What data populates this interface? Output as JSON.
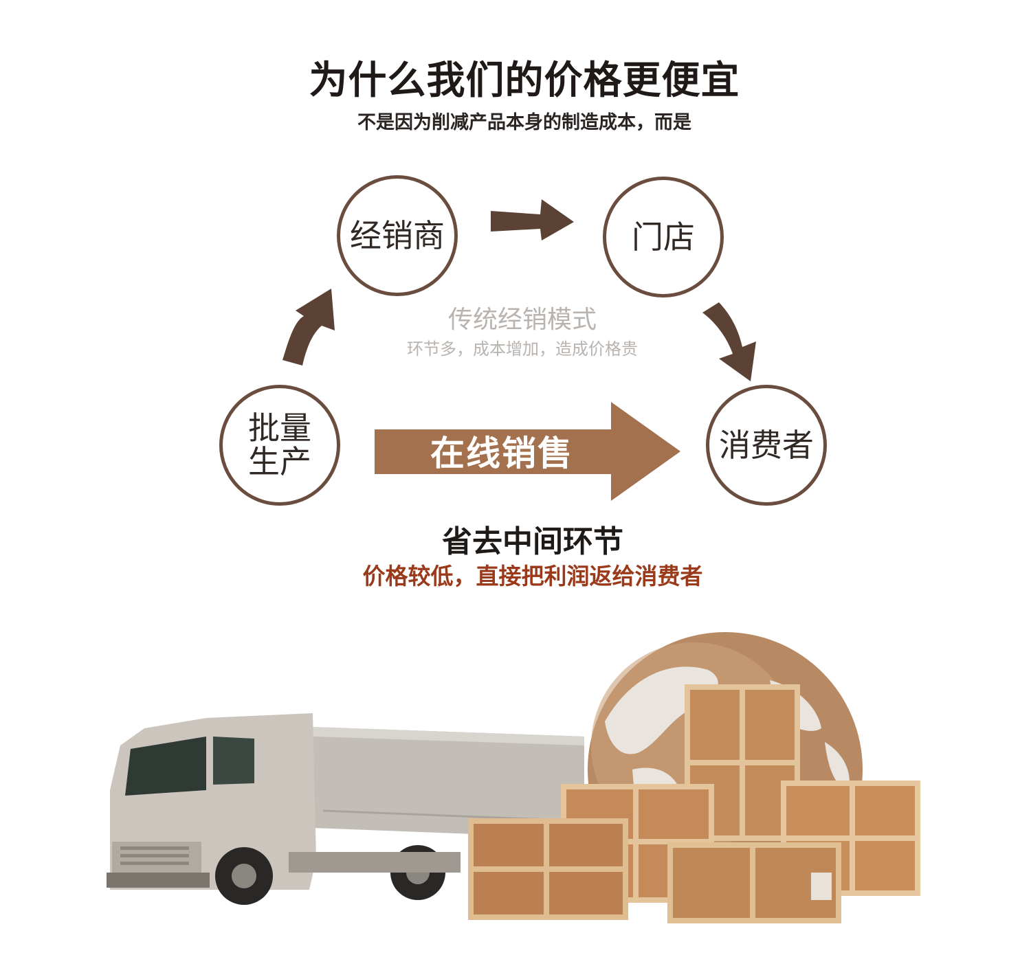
{
  "header": {
    "title": "为什么我们的价格更便宜",
    "subtitle": "不是因为削减产品本身的制造成本，而是"
  },
  "flow": {
    "dealer": "经销商",
    "store": "门店",
    "batch_line1": "批量",
    "batch_line2": "生产",
    "consumer": "消费者",
    "traditional_title": "传统经销模式",
    "traditional_desc": "环节多，成本增加，造成价格贵",
    "online_label": "在线销售"
  },
  "footer": {
    "save_title": "省去中间环节",
    "save_desc": "价格较低，直接把利润返给消费者"
  },
  "colors": {
    "arrow_dark": "#5c4234",
    "online_arrow": "#a4714f",
    "circle_border": "#6a4d3e",
    "accent_red": "#9b3a1a"
  }
}
